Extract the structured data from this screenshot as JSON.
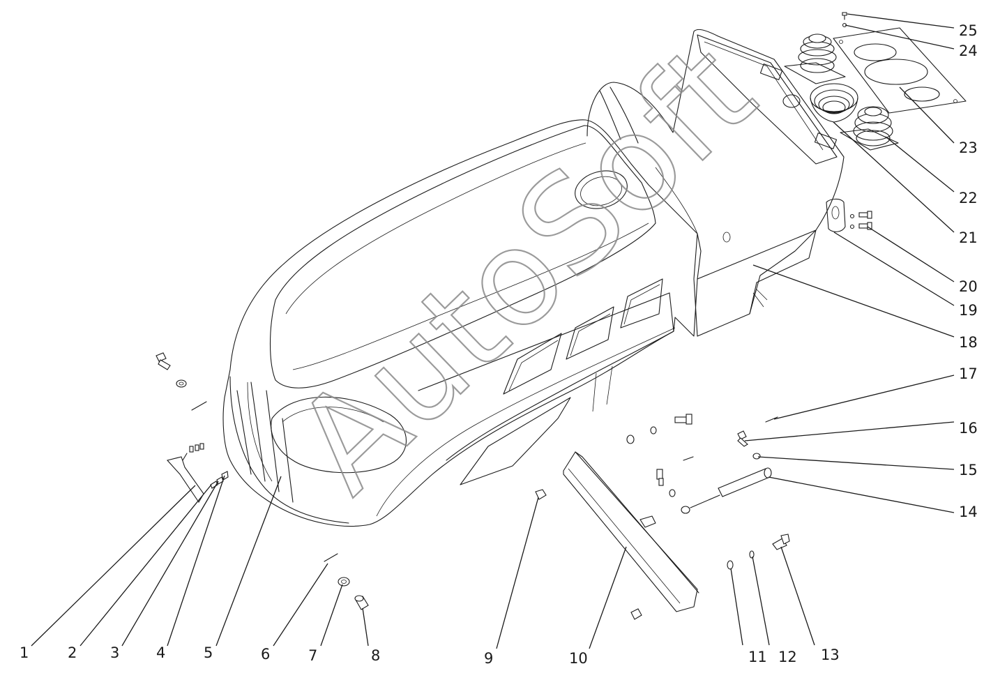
{
  "watermark": "AutoSoft",
  "callouts": [
    {
      "num": "1"
    },
    {
      "num": "2"
    },
    {
      "num": "3"
    },
    {
      "num": "4"
    },
    {
      "num": "5"
    },
    {
      "num": "6"
    },
    {
      "num": "7"
    },
    {
      "num": "8"
    },
    {
      "num": "9"
    },
    {
      "num": "10"
    },
    {
      "num": "11"
    },
    {
      "num": "12"
    },
    {
      "num": "13"
    },
    {
      "num": "14"
    },
    {
      "num": "15"
    },
    {
      "num": "16"
    },
    {
      "num": "17"
    },
    {
      "num": "18"
    },
    {
      "num": "19"
    },
    {
      "num": "20"
    },
    {
      "num": "21"
    },
    {
      "num": "22"
    },
    {
      "num": "23"
    },
    {
      "num": "24"
    },
    {
      "num": "25"
    }
  ]
}
